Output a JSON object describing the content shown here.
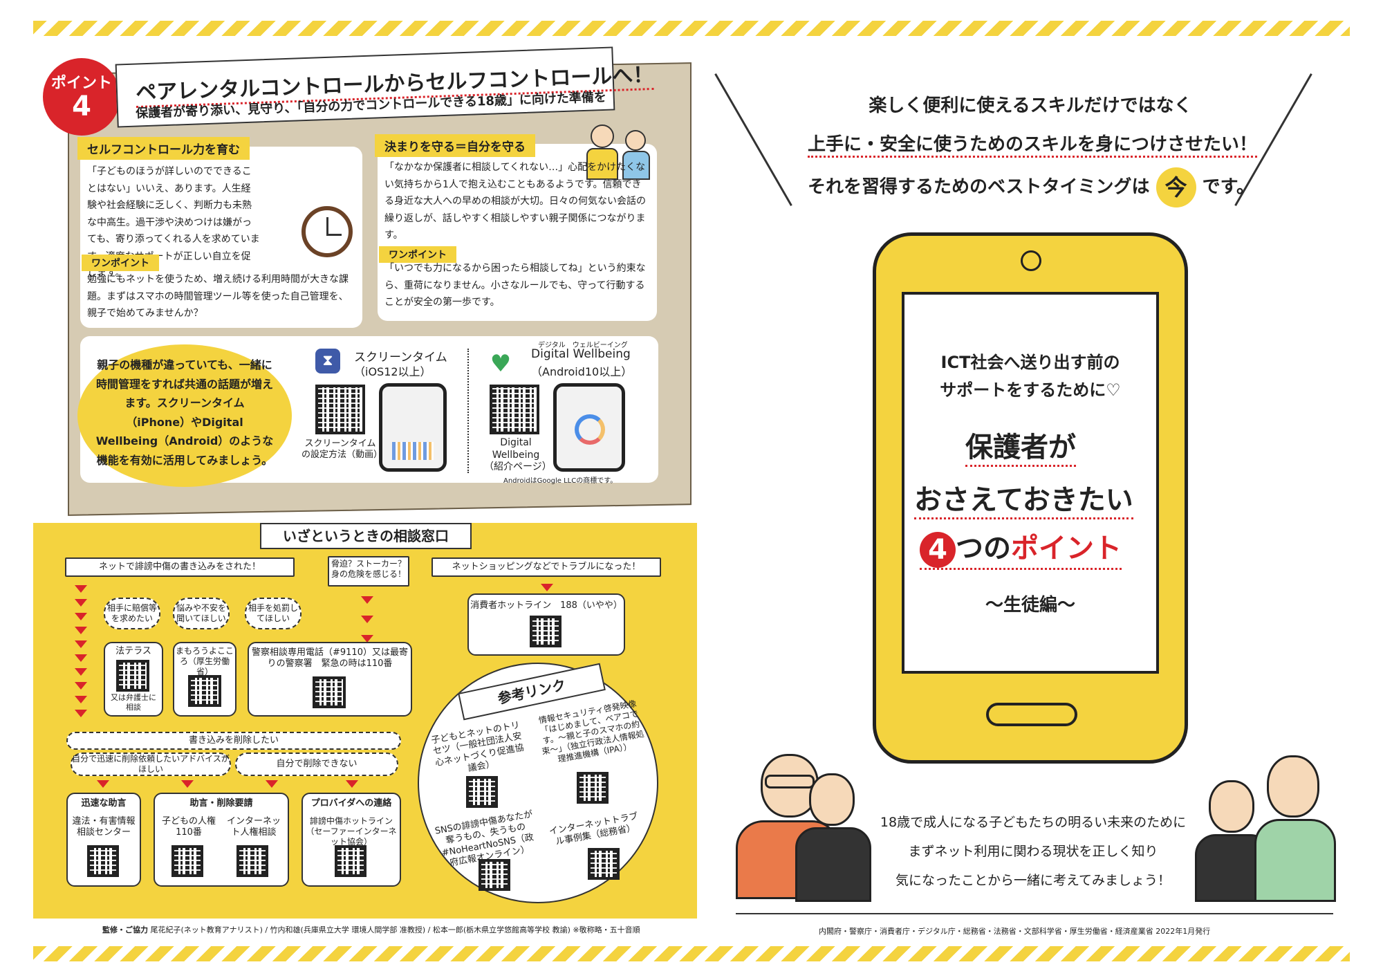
{
  "point": {
    "badge_label": "ポイント",
    "badge_number": "4",
    "title": "ペアレンタルコントロールからセルフコントロールへ！",
    "subtitle": "保護者が寄り添い、見守り、「自分の力でコントロールできる18歳」に向けた準備を"
  },
  "left_card": {
    "heading": "セルフコントロール力を育む",
    "body": "「子どものほうが詳しいのでできることはない」いいえ、あります。人生経験や社会経験に乏しく、判断力も未熟な中高生。過干渉や決めつけは嫌がっても、寄り添ってくれる人を求めています。適度なサポートが正しい自立を促します。",
    "one_point": "ワンポイント",
    "tip": "勉強にもネットを使うため、増え続ける利用時間が大きな課題。まずはスマホの時間管理ツール等を使った自己管理を、親子で始めてみませんか？"
  },
  "right_card": {
    "heading": "決まりを守る＝自分を守る",
    "body": "「なかなか保護者に相談してくれない…」心配をかけたくない気持ちから1人で抱え込むこともあるようです。信頼できる身近な大人への早めの相談が大切。日々の何気ない会話の繰り返しが、話しやすく相談しやすい親子関係につながります。",
    "one_point": "ワンポイント",
    "tip": "「いつでも力になるから困ったら相談してね」という約束なら、重荷になりません。小さなルールでも、守って行動することが安全の第一歩です。"
  },
  "tools": {
    "bubble": "親子の機種が違っていても、一緒に時間管理をすれば共通の話題が増えます。スクリーンタイム（iPhone）やDigital Wellbeing（Android）のような機能を有効に活用してみましょう。",
    "screentime_title": "スクリーンタイム",
    "screentime_sub": "（iOS12以上）",
    "screentime_caption": "スクリーンタイムの設定方法（動画）",
    "dw_ruby": "デジタル　ウェルビーイング",
    "dw_title": "Digital Wellbeing",
    "dw_sub": "（Android10以上）",
    "dw_caption": "Digital Wellbeing（紹介ページ）",
    "trademark": "AndroidはGoogle LLCの商標です。"
  },
  "consult": {
    "title": "いざというときの相談窓口",
    "c1": "ネットで誹謗中傷の書き込みをされた！",
    "c2": "脅迫？ストーカー？身の危険を感じる！",
    "c3": "ネットショッピングなどでトラブルになった！",
    "o1": "相手に賠償等を求めたい",
    "o2": "悩みや不安を聞いてほしい",
    "o3": "相手を処罰してほしい",
    "houterasu": "法テラス",
    "houterasu_note": "又は弁護士に相談",
    "mamoru": "まもろうよこころ（厚生労働省）",
    "police": "警察相談専用電話（#9110）又は最寄りの警察署　緊急の時は110番",
    "consumer": "消費者ホットライン　188（いやや）",
    "delete": "書き込みを削除したい",
    "d1": "自分で迅速に削除依頼したいアドバイスがほしい",
    "d2": "自分で削除できない",
    "b1": "迅速な助言",
    "b1_text": "違法・有害情報相談センター",
    "b2": "助言・削除要請",
    "b2_a": "子どもの人権110番",
    "b2_b": "インターネット人権相談",
    "b3": "プロバイダへの連絡",
    "b3_text": "誹謗中傷ホットライン（セーファーインターネット協会）"
  },
  "refs": {
    "title": "参考リンク",
    "r1": "子どもとネットのトリセツ（一般社団法人安心ネットづくり促進協議会）",
    "r2": "情報セキュリティ啓発映像「はじめまして、ベアコです。～親と子のスマホの約束～」（独立行政法人情報処理推進機構（IPA））",
    "r3": "SNSの誹謗中傷あなたが奪うもの、失うもの#NoHeartNoSNS（政府広報オンライン）",
    "r4": "インターネットトラブル事例集（総務省）"
  },
  "credits": {
    "label": "監修・ご協力",
    "text": "尾花紀子(ネット教育アナリスト) / 竹内和雄(兵庫県立大学 環境人間学部 准教授) / 松本一郎(栃木県立学悠館高等学校 教諭) ※敬称略・五十音順"
  },
  "cover": {
    "line1": "楽しく便利に使えるスキルだけではなく",
    "line2": "上手に・安全に使うためのスキルを身につけさせたい！",
    "line3_pre": "それを習得するためのベストタイミングは",
    "line3_now": "今",
    "line3_post": "です。",
    "phone_l1": "ICT社会へ送り出す前の",
    "phone_l2": "サポートをするために♡",
    "phone_t1": "保護者が",
    "phone_t2": "おさえておきたい",
    "phone_num": "4",
    "phone_t3a": "つの",
    "phone_t3b": "ポイント",
    "phone_sub": "～生徒編～",
    "bottom1": "18歳で成人になる子どもたちの明るい未来のために",
    "bottom2": "まずネット利用に関わる現状を正しく知り",
    "bottom3": "気になったことから一緒に考えてみましょう！",
    "publisher": "内閣府・警察庁・消費者庁・デジタル庁・総務省・法務省・文部科学省・厚生労働省・経済産業省 2022年1月発行"
  },
  "colors": {
    "yellow": "#f4d33f",
    "beige": "#d6cbb3",
    "red": "#d9242a"
  }
}
